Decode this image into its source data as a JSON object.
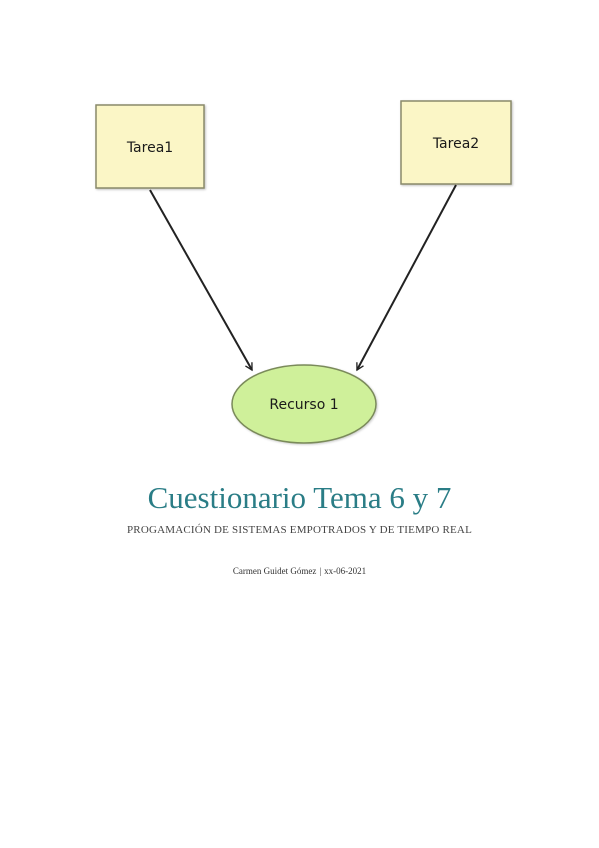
{
  "diagram": {
    "nodes": {
      "task1": "Tarea1",
      "task2": "Tarea2",
      "resource": "Recurso 1"
    },
    "colors": {
      "task_fill": "#fbf6c6",
      "task_stroke": "#8a8a6a",
      "resource_fill": "#cff09a",
      "resource_stroke": "#7a8a5a",
      "arrow": "#222222"
    }
  },
  "cover": {
    "title": "Cuestionario Tema 6 y 7",
    "subtitle": "PROGAMACIÓN DE SISTEMAS EMPOTRADOS Y DE TIEMPO REAL",
    "author": "Carmen Guidet Gómez",
    "separator": "|",
    "date": "xx-06-2021"
  }
}
